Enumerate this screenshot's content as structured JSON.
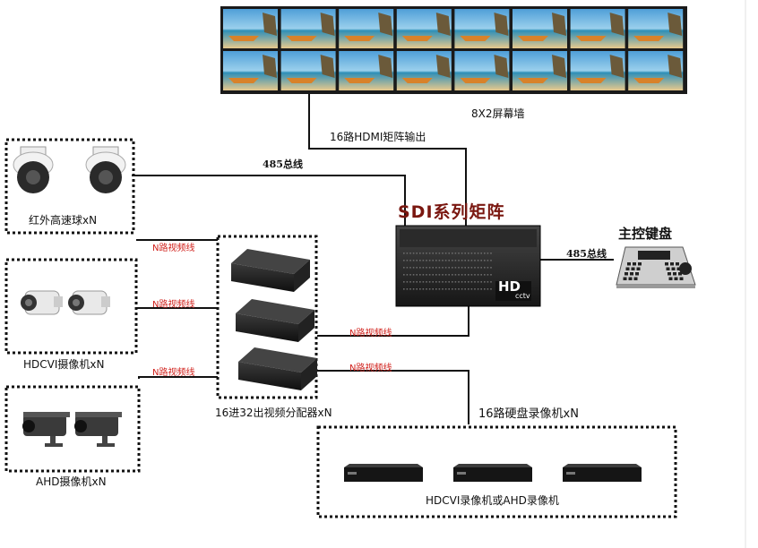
{
  "labels": {
    "video_wall": "8X2屏幕墙",
    "hdmi_output": "16路HDMI矩阵输出",
    "bus_485_left": "485总线",
    "bus_485_right": "485总线",
    "matrix_title": "SDI系列矩阵",
    "keyboard": "主控键盘",
    "dome_group": "红外高速球xN",
    "hdcvi_group": "HDCVI摄像机xN",
    "ahd_group": "AHD摄像机xN",
    "distributor": "16进32出视频分配器xN",
    "dvr_title": "16路硬盘录像机xN",
    "dvr_group": "HDCVI录像机或AHD录像机",
    "nvideo_1": "N路视频线",
    "nvideo_2": "N路视频线",
    "nvideo_3": "N路视频线",
    "nvideo_4": "N路视频线",
    "nvideo_5": "N路视频线",
    "matrix_badge": "HD",
    "matrix_badge_sub": "cctv"
  },
  "colors": {
    "line": "#111111",
    "wire_label": "#d0201b",
    "matrix_title": "#7a1710",
    "device_dark": "#1d1d1d"
  }
}
